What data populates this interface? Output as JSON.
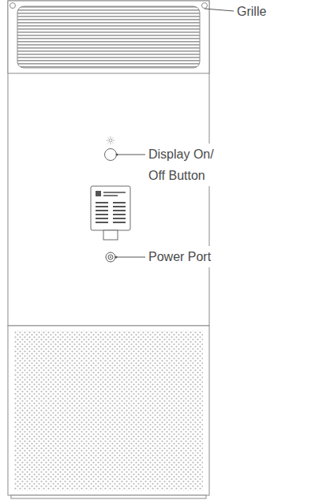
{
  "diagram": {
    "labels": [
      "Grille",
      "Display On/ Off Button",
      "Power Port"
    ]
  }
}
